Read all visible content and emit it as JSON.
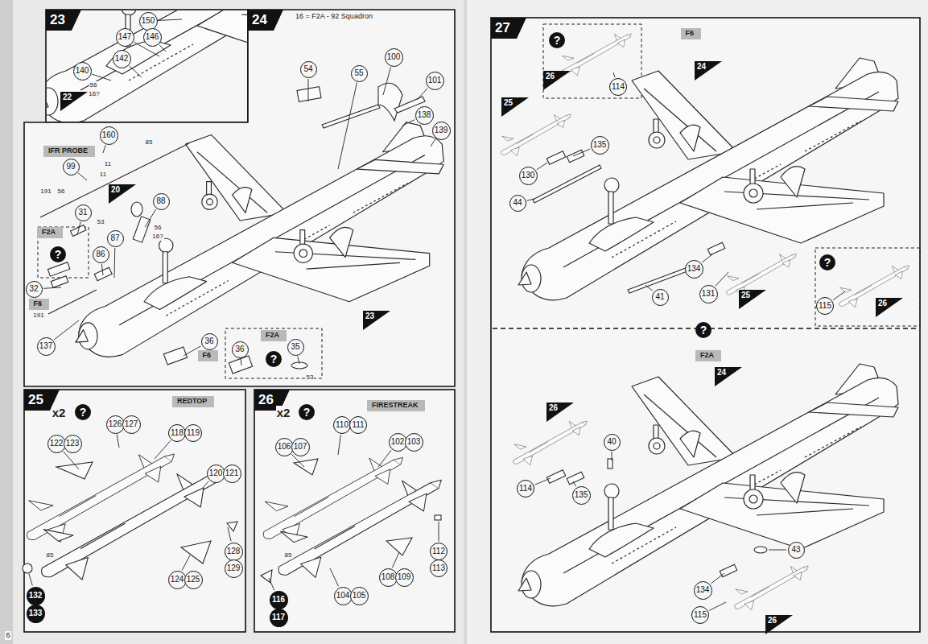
{
  "diagram": {
    "nodes": [
      {
        "text": [
          "23"
        ]
      },
      {
        "text": [
          "150"
        ],
        "in": 0
      },
      {
        "text": [
          "147"
        ],
        "in": 0
      },
      {
        "text": [
          "146"
        ],
        "in": 0
      },
      {
        "text": [
          "142"
        ],
        "in": 0
      },
      {
        "text": [
          "140"
        ],
        "in": 0
      },
      {
        "text": [
          "22"
        ],
        "in": 0
      },
      {
        "text": [
          "24"
        ]
      },
      {
        "text": [
          "54"
        ],
        "in": 7
      },
      {
        "text": [
          "55"
        ],
        "in": 7
      },
      {
        "text": [
          "100"
        ],
        "in": 7
      },
      {
        "text": [
          "101"
        ],
        "in": 7
      },
      {
        "text": [
          "138"
        ],
        "in": 7
      },
      {
        "text": [
          "139"
        ],
        "in": 7
      },
      {
        "text": [
          "160"
        ],
        "in": 7
      },
      {
        "text": [
          "IFR PROBE"
        ],
        "in": 7
      },
      {
        "text": [
          "99"
        ],
        "in": 7
      },
      {
        "text": [
          "20"
        ],
        "in": 7
      },
      {
        "text": [
          "31"
        ],
        "in": 7
      },
      {
        "text": [
          "88"
        ],
        "in": 7
      },
      {
        "text": [
          "87"
        ],
        "in": 7
      },
      {
        "text": [
          "86"
        ],
        "in": 7
      },
      {
        "text": [
          "F2A"
        ],
        "in": 7
      },
      {
        "text": [
          "?"
        ],
        "in": 7
      },
      {
        "text": [
          "32"
        ],
        "in": 7
      },
      {
        "text": [
          "F6"
        ],
        "in": 7
      },
      {
        "text": [
          "137"
        ],
        "in": 7
      },
      {
        "text": [
          "36"
        ],
        "in": 7
      },
      {
        "text": [
          "F6"
        ],
        "in": 7
      },
      {
        "text": [
          "F2A"
        ],
        "in": 7
      },
      {
        "text": [
          "?"
        ],
        "in": 7
      },
      {
        "text": [
          "36"
        ],
        "in": 7
      },
      {
        "text": [
          "35"
        ],
        "in": 7
      },
      {
        "text": [
          "23"
        ],
        "in": 7
      },
      {
        "text": [
          "25"
        ]
      },
      {
        "text": [
          "?"
        ],
        "in": 34
      },
      {
        "text": [
          "REDTOP"
        ],
        "in": 34
      },
      {
        "text": [
          "126"
        ],
        "in": 34
      },
      {
        "text": [
          "127"
        ],
        "in": 34
      },
      {
        "text": [
          "122"
        ],
        "in": 34
      },
      {
        "text": [
          "123"
        ],
        "in": 34
      },
      {
        "text": [
          "118"
        ],
        "in": 34
      },
      {
        "text": [
          "119"
        ],
        "in": 34
      },
      {
        "text": [
          "120"
        ],
        "in": 34
      },
      {
        "text": [
          "121"
        ],
        "in": 34
      },
      {
        "text": [
          "128"
        ],
        "in": 34
      },
      {
        "text": [
          "129"
        ],
        "in": 34
      },
      {
        "text": [
          "124"
        ],
        "in": 34
      },
      {
        "text": [
          "125"
        ],
        "in": 34
      },
      {
        "text": [
          "132"
        ],
        "in": 34
      },
      {
        "text": [
          "133"
        ],
        "in": 34
      },
      {
        "text": [
          "26"
        ]
      },
      {
        "text": [
          "?"
        ],
        "in": 51
      },
      {
        "text": [
          "FIRESTREAK"
        ],
        "in": 51
      },
      {
        "text": [
          "110"
        ],
        "in": 51
      },
      {
        "text": [
          "111"
        ],
        "in": 51
      },
      {
        "text": [
          "106"
        ],
        "in": 51
      },
      {
        "text": [
          "107"
        ],
        "in": 51
      },
      {
        "text": [
          "102"
        ],
        "in": 51
      },
      {
        "text": [
          "103"
        ],
        "in": 51
      },
      {
        "text": [
          "112"
        ],
        "in": 51
      },
      {
        "text": [
          "113"
        ],
        "in": 51
      },
      {
        "text": [
          "108"
        ],
        "in": 51
      },
      {
        "text": [
          "109"
        ],
        "in": 51
      },
      {
        "text": [
          "104"
        ],
        "in": 51
      },
      {
        "text": [
          "105"
        ],
        "in": 51
      },
      {
        "text": [
          "116"
        ],
        "in": 51
      },
      {
        "text": [
          "117"
        ],
        "in": 51
      },
      {
        "text": [
          "27"
        ]
      },
      {
        "text": [
          "F6"
        ],
        "in": 68
      },
      {
        "text": [
          "?"
        ],
        "in": 68
      },
      {
        "text": [
          "26"
        ],
        "in": 68
      },
      {
        "text": [
          "114"
        ],
        "in": 68
      },
      {
        "text": [
          "24"
        ],
        "in": 68
      },
      {
        "text": [
          "25"
        ],
        "in": 68
      },
      {
        "text": [
          "135"
        ],
        "in": 68
      },
      {
        "text": [
          "130"
        ],
        "in": 68
      },
      {
        "text": [
          "44"
        ],
        "in": 68
      },
      {
        "text": [
          "134"
        ],
        "in": 68
      },
      {
        "text": [
          "41"
        ],
        "in": 68
      },
      {
        "text": [
          "131"
        ],
        "in": 68
      },
      {
        "text": [
          "25"
        ],
        "in": 68
      },
      {
        "text": [
          "?"
        ],
        "in": 68
      },
      {
        "text": [
          "115"
        ],
        "in": 68
      },
      {
        "text": [
          "26"
        ],
        "in": 68
      },
      {
        "text": [
          "?"
        ],
        "in": 68
      },
      {
        "text": [
          "F2A"
        ],
        "in": 68
      },
      {
        "text": [
          "24"
        ],
        "in": 68
      },
      {
        "text": [
          "26"
        ],
        "in": 68
      },
      {
        "text": [
          "40"
        ],
        "in": 68
      },
      {
        "text": [
          "114"
        ],
        "in": 68
      },
      {
        "text": [
          "135"
        ],
        "in": 68
      },
      {
        "text": [
          "43"
        ],
        "in": 68
      },
      {
        "text": [
          "134"
        ],
        "in": 68
      },
      {
        "text": [
          "115"
        ],
        "in": 68
      },
      {
        "text": [
          "26"
        ],
        "in": 68
      }
    ],
    "labels": [
      "56",
      "16?",
      "16 = F2A - 92 Squadron",
      "85",
      "11",
      "11",
      "191",
      "56",
      "53",
      "56",
      "16?",
      "191",
      "53",
      "x2",
      "85",
      "x2",
      "85",
      "6"
    ]
  }
}
